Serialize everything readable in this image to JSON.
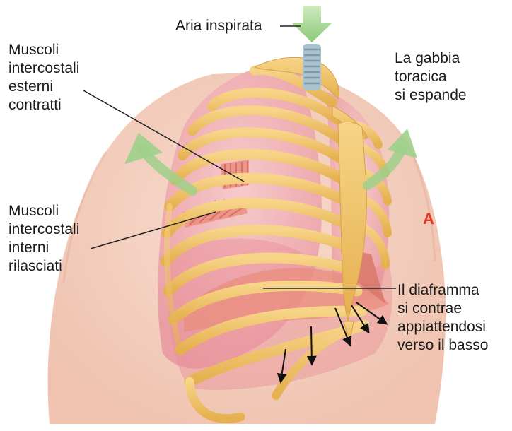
{
  "labels": {
    "air_inspired": "Aria inspirata",
    "external_muscles": [
      "Muscoli",
      "intercostali",
      "esterni",
      "contratti"
    ],
    "rib_cage": [
      "La gabbia",
      "toracica",
      "si espande"
    ],
    "internal_muscles": [
      "Muscoli",
      "intercostali",
      "interni",
      "rilasciati"
    ],
    "diaphragm": [
      "Il diaframma",
      "si contrae",
      "appiattendosi",
      "verso il basso"
    ]
  },
  "panel_marker": "A",
  "colors": {
    "marker": "#e63323",
    "arrow_green": "#9fd08a",
    "bone": "#f2c56a",
    "lung": "#f1aeb3",
    "skin": "#f6d3c4",
    "muscle": "#ea8d7e"
  }
}
